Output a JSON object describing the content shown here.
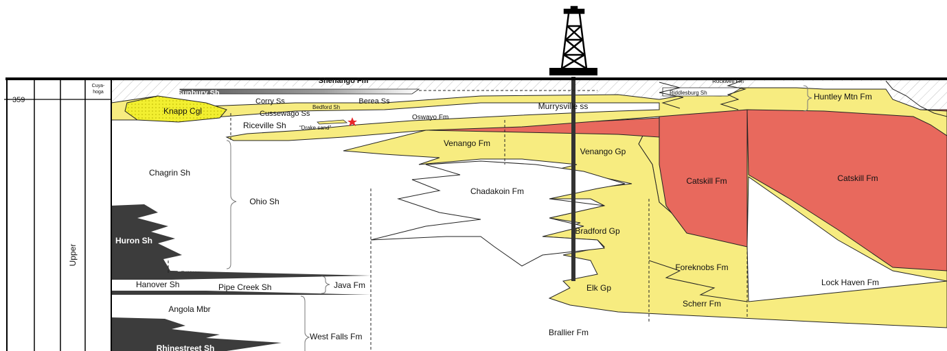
{
  "column": {
    "age_tick": "359",
    "series_label": "Upper",
    "cuyahoga_label_1": "Cuya-",
    "cuyahoga_label_2": "hoga"
  },
  "colors": {
    "sandstone": "#f7ec80",
    "red_beds": "#e8695d",
    "black_shale": "#3c3c3c",
    "conglomerate": "#f2ef30",
    "well": "#333333"
  },
  "formations": {
    "shenango": "Shenango Fm",
    "sunbury": "Sunbury Sh",
    "corry": "Corry Ss",
    "berea": "Berea Ss",
    "bedford": "Bedford Sh",
    "knapp": "Knapp Cgl",
    "cussewago": "Cussewago Ss",
    "oswayo": "Oswayo Fm",
    "riceville": "Riceville Sh",
    "drake": "“Drake sand”",
    "murrysville": "Murrysville ss",
    "rockwell": "Rockwell Fm",
    "riddlesburg": "Riddlesburg Sh",
    "huntley": "Huntley Mtn Fm",
    "venango_fm": "Venango Fm",
    "venango_gp": "Venango Gp",
    "chagrin": "Chagrin Sh",
    "ohio": "Ohio Sh",
    "chadakoin": "Chadakoin Fm",
    "catskill_1": "Catskill Fm",
    "catskill_2": "Catskill Fm",
    "huron": "Huron Sh",
    "bradford": "Bradford Gp",
    "dunkirk": "Dunkirk Sh",
    "foreknobs": "Foreknobs Fm",
    "hanover": "Hanover Sh",
    "pipe_creek": "Pipe Creek Sh",
    "java": "Java Fm",
    "elk": "Elk Gp",
    "lock_haven": "Lock Haven Fm",
    "scherr": "Scherr Fm",
    "angola": "Angola Mbr",
    "west_falls": "West Falls Fm",
    "brallier": "Brallier Fm",
    "rhinestreet": "Rhinestreet Sh"
  }
}
